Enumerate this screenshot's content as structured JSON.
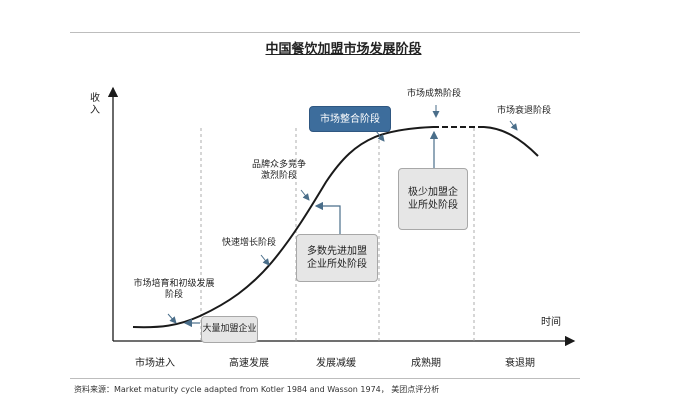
{
  "title": "中国餐饮加盟市场发展阶段",
  "axes": {
    "y_label": "收入",
    "x_label": "时间"
  },
  "phases": [
    "市场进入",
    "高速发展",
    "发展减缓",
    "成熟期",
    "衰退期"
  ],
  "annotations": {
    "cultivation": "市场培育和初级发展阶段",
    "rapid_growth": "快速增长阶段",
    "competition": "品牌众多竞争激烈阶段",
    "maturity": "市场成熟阶段",
    "decline": "市场衰退阶段"
  },
  "boxes": {
    "integration": "市场整合阶段",
    "many_franchise": "大量加盟企业",
    "advanced": "多数先进加盟企业所处阶段",
    "few": "极少加盟企业所处阶段"
  },
  "source": "资料来源：Market maturity cycle adapted from Kotler 1984 and Wasson 1974， 美团点评分析",
  "colors": {
    "curve": "#1a1a1a",
    "integration_box": "#3d6d9c",
    "grey_box": "#e6e6e6",
    "arrow": "#4a6e8a"
  }
}
